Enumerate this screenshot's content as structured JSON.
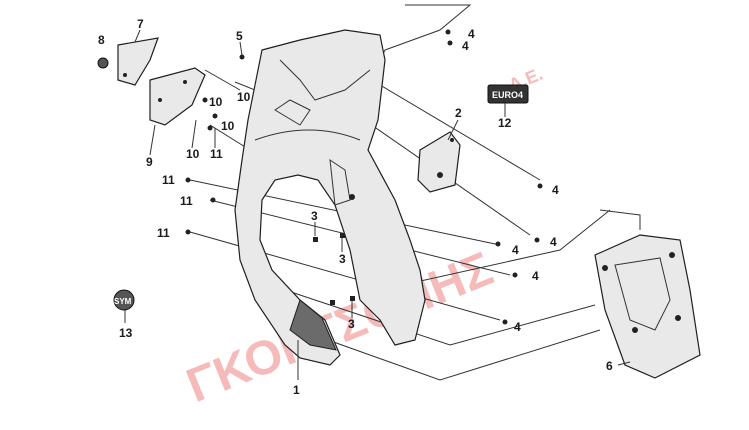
{
  "diagram": {
    "callouts": {
      "p1": "1",
      "p2": "2",
      "p3a": "3",
      "p3b": "3",
      "p3c": "3",
      "p4a": "4",
      "p4b": "4",
      "p4c": "4",
      "p4d": "4",
      "p4e": "4",
      "p4f": "4",
      "p4g": "4",
      "p6": "6",
      "p7": "7",
      "p8": "8",
      "p9": "9",
      "p10a": "10",
      "p10b": "10",
      "p10c": "10",
      "p10d": "10",
      "p11a": "11",
      "p11b": "11",
      "p11c": "11",
      "p11d": "11",
      "p12": "12",
      "p13": "13"
    },
    "watermark": {
      "main": "ΓΚΟΡΤΣΟΠΗΣ",
      "suffix": "Α.Ε."
    },
    "badges": {
      "euro4": "EURO4",
      "sym": "SYM"
    },
    "colors": {
      "watermark": "#f2a3a3",
      "ink": "#1f1f1f",
      "part_fill": "#e9e9e9"
    }
  }
}
